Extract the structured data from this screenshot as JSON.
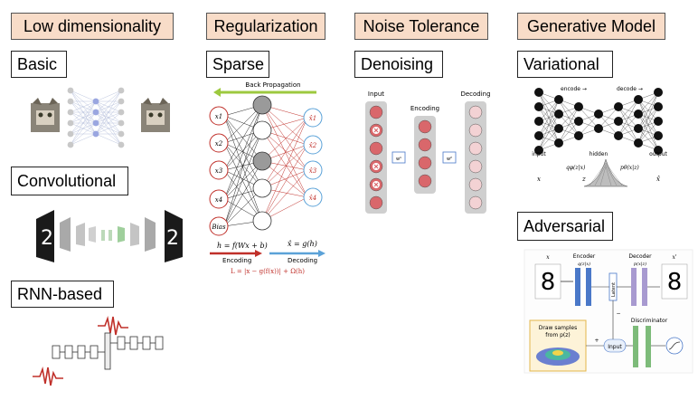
{
  "columns": {
    "low_dim": {
      "header": "Low dimensionality",
      "basic": {
        "title": "Basic"
      },
      "convolutional": {
        "title": "Convolutional"
      },
      "rnn": {
        "title": "RNN-based"
      }
    },
    "regularization": {
      "header": "Regularization",
      "sparse": {
        "title": "Sparse",
        "back_prop": "Back Propagation",
        "inputs": [
          "x1",
          "x2",
          "x3",
          "x4",
          "Bias"
        ],
        "outputs": [
          "x̂1",
          "x̂2",
          "x̂3",
          "x̂4"
        ],
        "encoding_formula": "h = f(Wx + b)",
        "decoding_formula": "x̂ = g(h)",
        "encoding_label": "Encoding",
        "decoding_label": "Decoding",
        "loss": "L = |x − g(f(x))| + Ω(h)"
      }
    },
    "noise": {
      "header": "Noise Tolerance",
      "denoising": {
        "title": "Denoising",
        "input_label": "Input",
        "encoding_label": "Encoding",
        "decoding_label": "Decoding",
        "w_label": "w¹",
        "w2_label": "w²"
      }
    },
    "generative": {
      "header": "Generative Model",
      "variational": {
        "title": "Variational",
        "encode": "encode →",
        "decode": "decode →",
        "input": "input",
        "hidden": "hidden",
        "output": "output",
        "q_label": "qφ(z|x)",
        "p_label": "pθ(x|z)",
        "x": "x",
        "z": "z",
        "xhat": "x̂"
      },
      "adversarial": {
        "title": "Adversarial",
        "x": "x",
        "encoder": "Encoder",
        "encoder_fn": "q(z|x)",
        "latent": "Latent",
        "decoder": "Decoder",
        "decoder_fn": "p(x|z)",
        "xprime": "x'",
        "draw_samples": "Draw samples",
        "from_pz": "from p(z)",
        "input": "Input",
        "discriminator": "Discriminator",
        "plus": "+",
        "minus": "−"
      }
    }
  },
  "colors": {
    "header_bg": "#f8dcc8",
    "red_node": "#d9676b",
    "pink_node": "#f3d2d4",
    "blue_bar": "#4a78c8",
    "purple_bar": "#a89ad0",
    "green_bar": "#7dbb7a"
  }
}
